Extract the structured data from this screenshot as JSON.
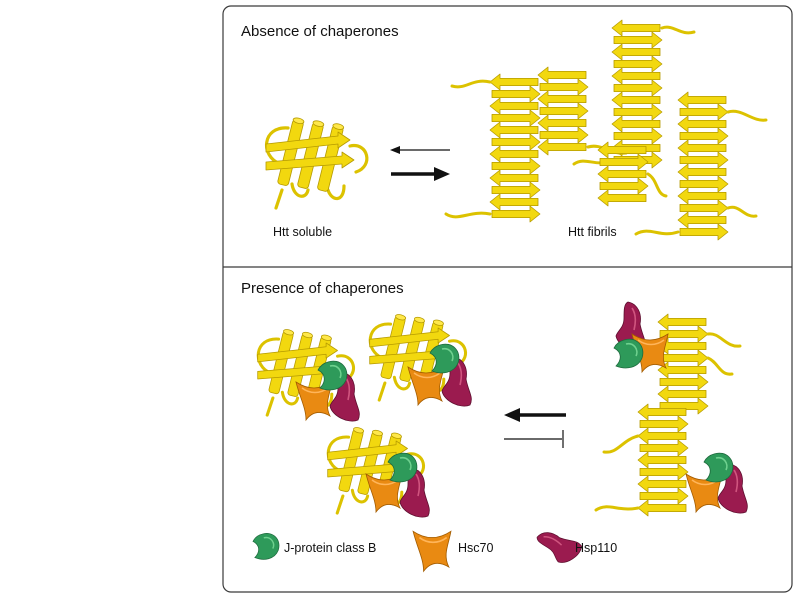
{
  "panels": {
    "absence": {
      "title": "Absence of chaperones",
      "soluble_label": "Htt soluble",
      "fibrils_label": "Htt fibrils"
    },
    "presence": {
      "title": "Presence of chaperones"
    }
  },
  "legend": {
    "j_protein": "J-protein class B",
    "hsc70": "Hsc70",
    "hsp110": "Hsp110"
  },
  "colors": {
    "htt": "#f2d80f",
    "j_protein": "#2e9a5a",
    "hsc70": "#e98a12",
    "hsp110": "#9b1b4f"
  }
}
